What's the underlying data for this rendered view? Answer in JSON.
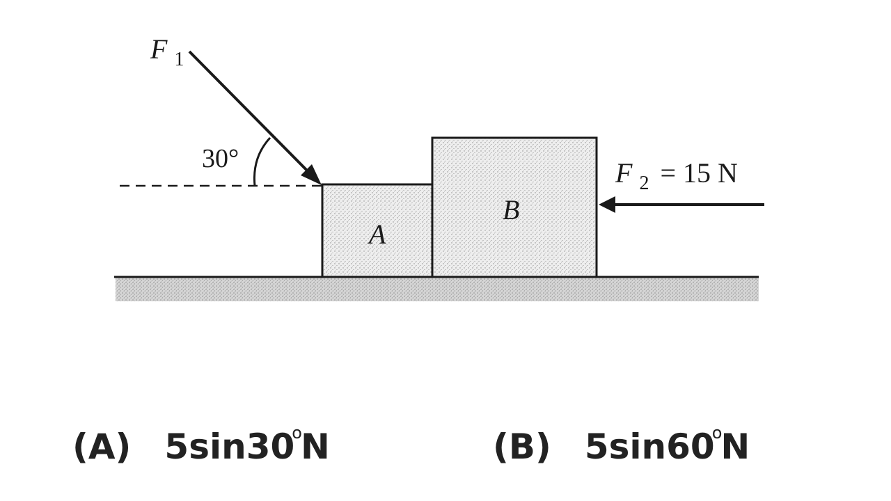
{
  "diagram": {
    "force1_label": {
      "symbol": "F",
      "subscript": "1"
    },
    "angle_label": "30°",
    "block_a_label": "A",
    "block_b_label": "B",
    "force2_label": {
      "symbol": "F",
      "subscript": "2",
      "value": "= 15 N"
    }
  },
  "options": [
    {
      "letter": "(A)",
      "prefix": "5sin30",
      "degree": "o",
      "unit": "N"
    },
    {
      "letter": "(B)",
      "prefix": "5sin60",
      "degree": "o",
      "unit": "N"
    }
  ],
  "colors": {
    "ink": "#1a1a1a",
    "block_fill": "#e9e9e9",
    "ground_fill": "#cfcfcf"
  }
}
